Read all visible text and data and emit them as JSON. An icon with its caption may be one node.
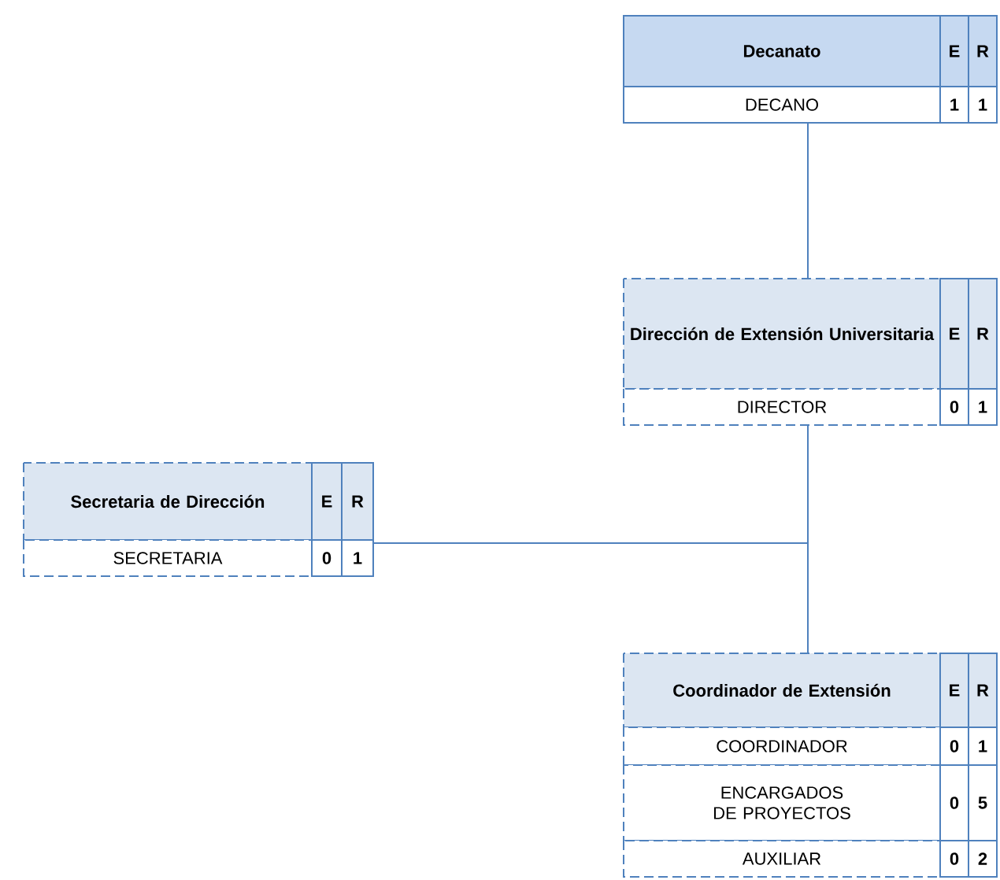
{
  "diagram": {
    "nodes": [
      {
        "text": [
          "Decanato",
          "E",
          "R",
          "DECANO",
          "1",
          "1"
        ]
      },
      {
        "text": [
          "Dirección de Extensión Universitaria",
          "E",
          "R",
          "DIRECTOR",
          "0",
          "1"
        ]
      },
      {
        "text": [
          "Secretaria de Dirección",
          "E",
          "R",
          "SECRETARIA",
          "0",
          "1"
        ]
      },
      {
        "text": [
          "Coordinador de Extensión",
          "E",
          "R",
          "COORDINADOR",
          "0",
          "1",
          "ENCARGADOS DE PROYECTOS",
          "0",
          "5",
          "AUXILIAR",
          "0",
          "2"
        ]
      }
    ],
    "edges": [
      {
        "from": 0,
        "to": 1,
        "arrow": "none"
      },
      {
        "from": 1,
        "to": 2,
        "arrow": "none"
      },
      {
        "from": 1,
        "to": 3,
        "arrow": "none"
      }
    ]
  }
}
